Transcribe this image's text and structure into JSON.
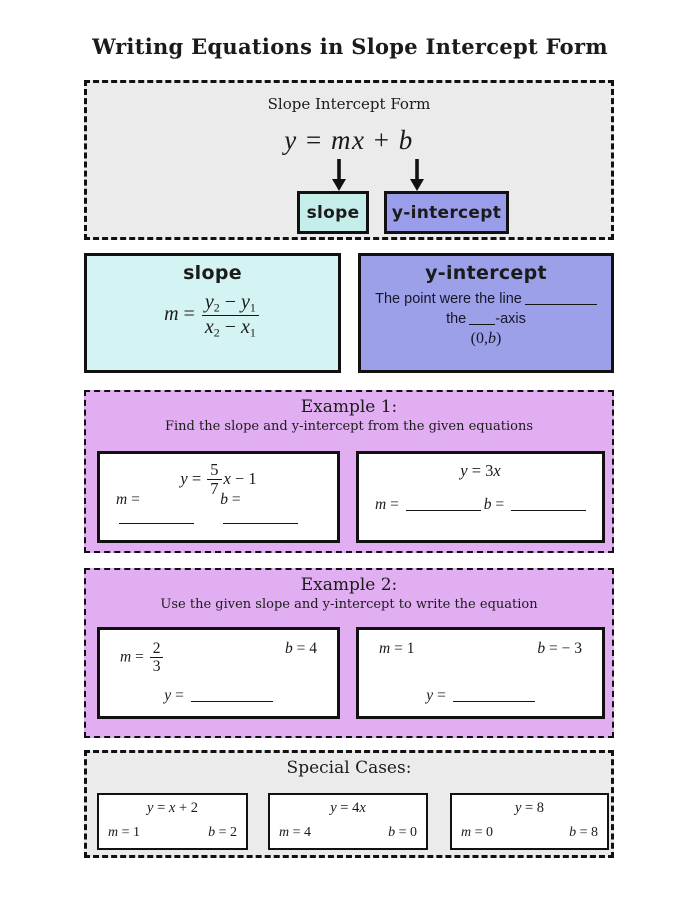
{
  "page_title": "Writing Equations in Slope Intercept Form",
  "colors": {
    "gray_panel": "#ebebeb",
    "pink_panel": "#e2aef2",
    "cyan_tag": "#c5ede9",
    "cyan_panel": "#d3f4f2",
    "purple_tag": "#9a9dea",
    "purple_panel": "#9ba0e9",
    "border": "#111111"
  },
  "intro": {
    "heading": "Slope Intercept Form",
    "equation": [
      {
        "v": "y",
        "i": true
      },
      {
        "v": " = "
      },
      {
        "v": "mx",
        "i": true
      },
      {
        "v": " + "
      },
      {
        "v": "b",
        "i": true
      }
    ],
    "slope_label": "slope",
    "y_intercept_label": "y-intercept"
  },
  "slope_box": {
    "heading": "slope",
    "formula": [
      {
        "v": "m",
        "i": true
      },
      {
        "v": " = "
      },
      {
        "f": {
          "n": [
            {
              "v": "y",
              "i": true
            },
            {
              "v": "2",
              "sub": true
            },
            {
              "v": " − "
            },
            {
              "v": "y",
              "i": true
            },
            {
              "v": "1",
              "sub": true
            }
          ],
          "d": [
            {
              "v": "x",
              "i": true
            },
            {
              "v": "2",
              "sub": true
            },
            {
              "v": " − "
            },
            {
              "v": "x",
              "i": true
            },
            {
              "v": "1",
              "sub": true
            }
          ]
        }
      }
    ]
  },
  "y_intercept_box": {
    "heading": "y-intercept",
    "line1": [
      {
        "v": "The point were the line"
      },
      {
        "u": 72
      }
    ],
    "line2": [
      {
        "v": "the"
      },
      {
        "u": 26
      },
      {
        "v": "-axis"
      }
    ],
    "line3": [
      {
        "v": "(0,"
      },
      {
        "v": "b",
        "i": true
      },
      {
        "v": ")"
      }
    ]
  },
  "example1": {
    "heading": "Example 1:",
    "subtitle": "Find the slope and y-intercept from the given equations",
    "problems": [
      {
        "equation": [
          {
            "v": "y",
            "i": true
          },
          {
            "v": " = "
          },
          {
            "f": {
              "n": [
                {
                  "v": "5"
                }
              ],
              "d": [
                {
                  "v": "7"
                }
              ]
            }
          },
          {
            "v": "x",
            "i": true
          },
          {
            "v": " − 1"
          }
        ],
        "m_blank": [
          {
            "v": "m",
            "i": true
          },
          {
            "v": " = "
          },
          {
            "u": 75
          }
        ],
        "b_blank": [
          {
            "v": "b",
            "i": true
          },
          {
            "v": " = "
          },
          {
            "u": 75
          }
        ]
      },
      {
        "equation": [
          {
            "v": "y",
            "i": true
          },
          {
            "v": " = 3"
          },
          {
            "v": "x",
            "i": true
          }
        ],
        "m_blank": [
          {
            "v": "m",
            "i": true
          },
          {
            "v": " = "
          },
          {
            "u": 75
          }
        ],
        "b_blank": [
          {
            "v": "b",
            "i": true
          },
          {
            "v": " = "
          },
          {
            "u": 75
          }
        ]
      }
    ]
  },
  "example2": {
    "heading": "Example 2:",
    "subtitle": "Use the given slope and y-intercept to write the equation",
    "problems": [
      {
        "m_given": [
          {
            "v": "m",
            "i": true
          },
          {
            "v": " = "
          },
          {
            "f": {
              "n": [
                {
                  "v": "2"
                }
              ],
              "d": [
                {
                  "v": "3"
                }
              ]
            }
          }
        ],
        "b_given": [
          {
            "v": "b",
            "i": true
          },
          {
            "v": " = 4"
          }
        ],
        "y_blank": [
          {
            "v": "y",
            "i": true
          },
          {
            "v": " = "
          },
          {
            "u": 82
          }
        ]
      },
      {
        "m_given": [
          {
            "v": "m",
            "i": true
          },
          {
            "v": " = 1"
          }
        ],
        "b_given": [
          {
            "v": "b",
            "i": true
          },
          {
            "v": " = − 3"
          }
        ],
        "y_blank": [
          {
            "v": "y",
            "i": true
          },
          {
            "v": " = "
          },
          {
            "u": 82
          }
        ]
      }
    ]
  },
  "special_cases": {
    "heading": "Special Cases:",
    "cases": [
      {
        "equation": [
          {
            "v": "y",
            "i": true
          },
          {
            "v": " = "
          },
          {
            "v": "x",
            "i": true
          },
          {
            "v": " + 2"
          }
        ],
        "m": [
          {
            "v": "m",
            "i": true
          },
          {
            "v": " = 1"
          }
        ],
        "b": [
          {
            "v": "b",
            "i": true
          },
          {
            "v": " = 2"
          }
        ]
      },
      {
        "equation": [
          {
            "v": "y",
            "i": true
          },
          {
            "v": " = 4"
          },
          {
            "v": "x",
            "i": true
          }
        ],
        "m": [
          {
            "v": "m",
            "i": true
          },
          {
            "v": " = 4"
          }
        ],
        "b": [
          {
            "v": "b",
            "i": true
          },
          {
            "v": " = 0"
          }
        ]
      },
      {
        "equation": [
          {
            "v": "y",
            "i": true
          },
          {
            "v": " = 8"
          }
        ],
        "m": [
          {
            "v": "m",
            "i": true
          },
          {
            "v": " = 0"
          }
        ],
        "b": [
          {
            "v": "b",
            "i": true
          },
          {
            "v": " = 8"
          }
        ]
      }
    ]
  }
}
